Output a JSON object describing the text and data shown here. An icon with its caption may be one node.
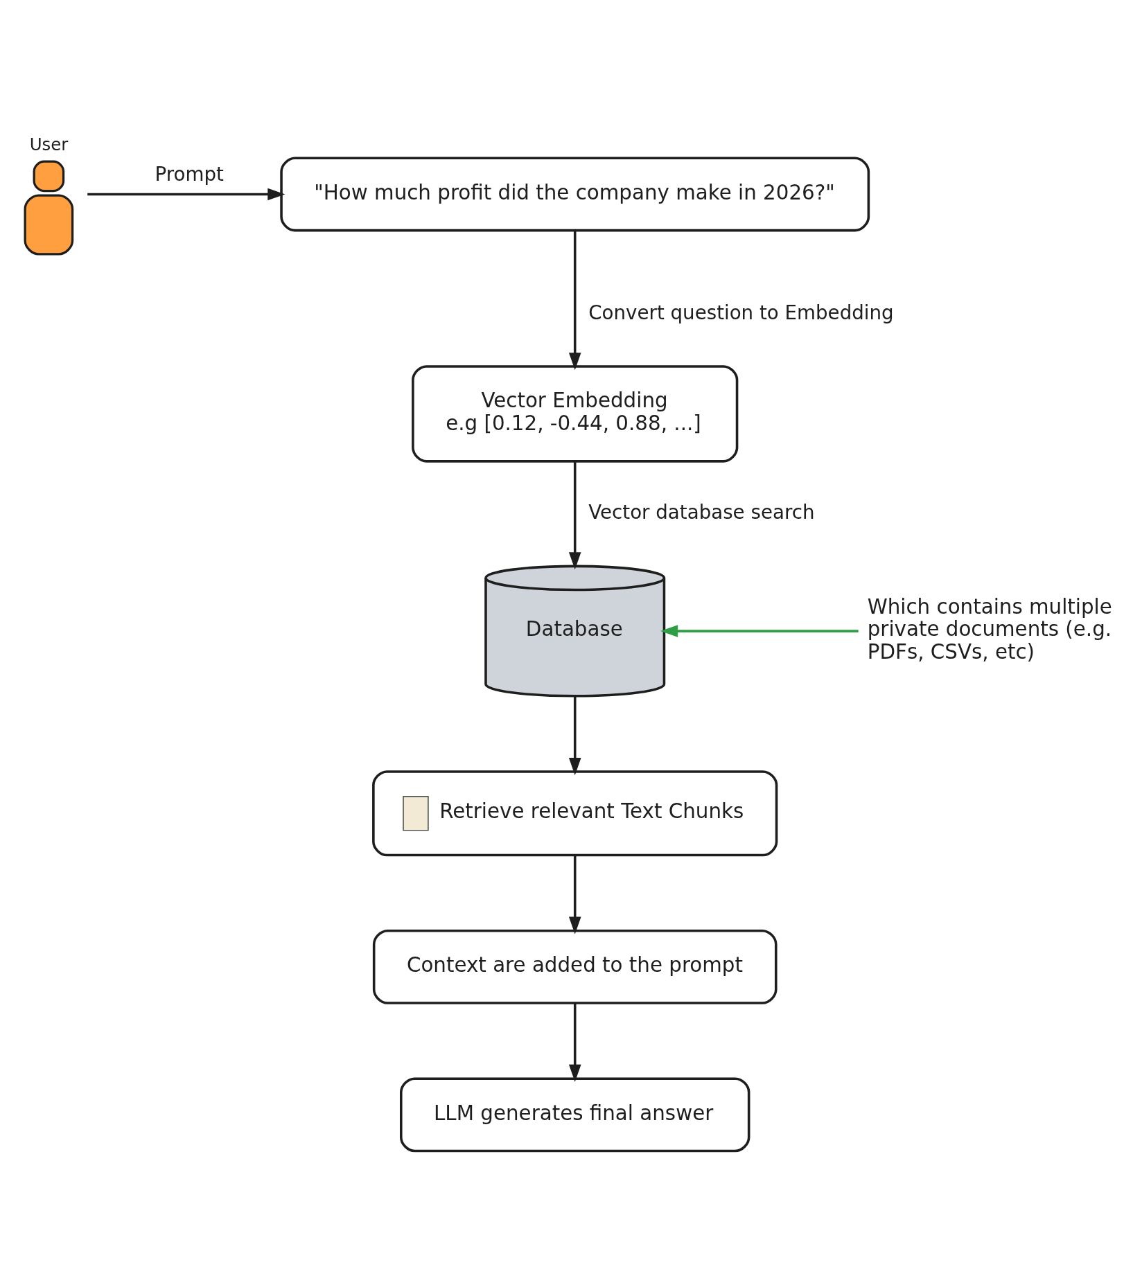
{
  "diagram": {
    "nodes": [
      {
        "text": [
          "User"
        ]
      },
      {
        "text": [
          "\"How much profit did the company make in 2026?\""
        ]
      },
      {
        "text": [
          "Vector Embedding",
          "e.g [0.12, -0.44, 0.88, ...]"
        ]
      },
      {
        "text": [
          "Database"
        ]
      },
      {
        "text": [
          "Which contains multiple private documents (e.g. PDFs, CSVs, etc)"
        ]
      },
      {
        "text": [
          "Retrieve relevant Text Chunks"
        ]
      },
      {
        "text": [
          "Context are added to the prompt"
        ]
      },
      {
        "text": [
          "LLM generates final answer"
        ]
      }
    ],
    "edges": [
      {
        "from": 0,
        "to": 1,
        "arrow": "to",
        "label": "Prompt"
      },
      {
        "from": 1,
        "to": 2,
        "arrow": "to",
        "label": "Convert question to Embedding"
      },
      {
        "from": 2,
        "to": 3,
        "arrow": "to",
        "label": "Vector database search"
      },
      {
        "from": 4,
        "to": 3,
        "arrow": "to",
        "color": "#2f9e44"
      },
      {
        "from": 3,
        "to": 5,
        "arrow": "to"
      },
      {
        "from": 5,
        "to": 6,
        "arrow": "to"
      },
      {
        "from": 6,
        "to": 7,
        "arrow": "to"
      }
    ]
  }
}
